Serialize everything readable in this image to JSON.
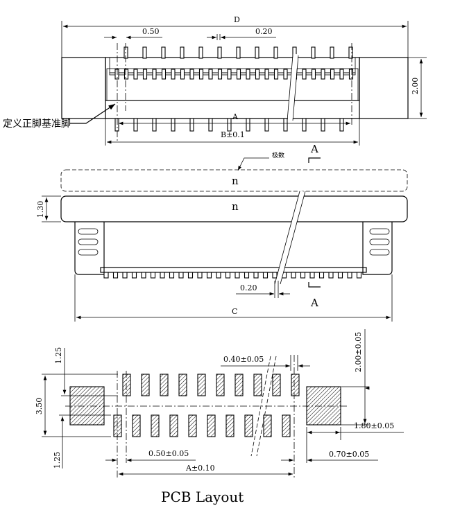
{
  "top_view": {
    "dim_d": "D",
    "dim_pitch": "0.50",
    "dim_pin_width": "0.20",
    "dim_height": "2.00",
    "dim_a": "A",
    "dim_b": "B±0.1",
    "reference_pin_label": "定义正脚基准脚"
  },
  "side_view": {
    "pin_count_label": "极数",
    "n_label_dashed": "n",
    "n_label": "n",
    "dim_thickness": "1.30",
    "dim_pin_width": "0.20",
    "dim_c": "C",
    "section_top": "A",
    "section_bottom": "A"
  },
  "pcb_layout": {
    "title": "PCB Layout",
    "dim_top_offset": "1.25",
    "dim_bottom_offset": "1.25",
    "dim_total_height": "3.50",
    "dim_pad_width": "0.40±0.05",
    "dim_pad_height": "2.00±0.05",
    "dim_side_pad_width": "1.80±0.05",
    "dim_side_gap": "0.70±0.05",
    "dim_pitch": "0.50±0.05",
    "dim_a": "A±0.10"
  }
}
